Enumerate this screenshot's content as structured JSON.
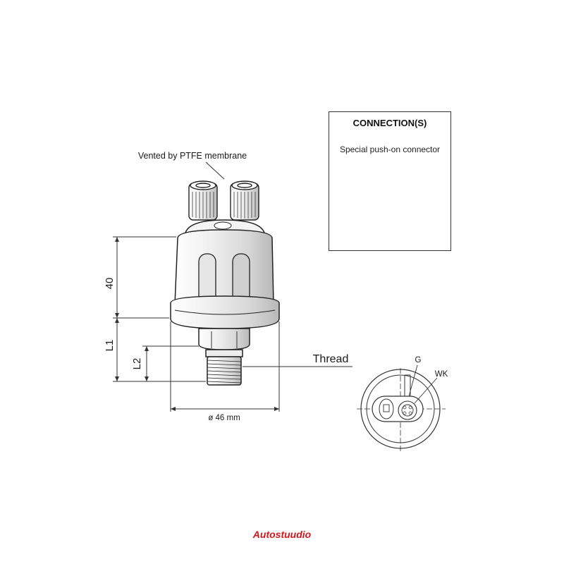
{
  "labels": {
    "vent": "Vented by PTFE membrane",
    "dim_40": "40",
    "dim_l1": "L1",
    "dim_l2": "L2",
    "thread": "Thread",
    "diameter": "ø 46 mm",
    "pin_g": "G",
    "pin_wk": "WK"
  },
  "connection_box": {
    "title": "CONNECTION(S)",
    "subtitle": "Special push-on connector"
  },
  "brand": {
    "name": "Autostuudio",
    "color": "#d3151b"
  }
}
